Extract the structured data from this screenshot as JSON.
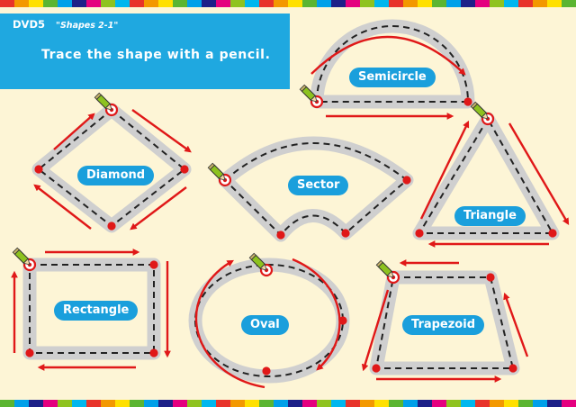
{
  "header": {
    "disc": "DVD5",
    "subtitle": "\"Shapes 2-1\"",
    "instruction": "Trace the shape with a pencil."
  },
  "shapes": {
    "semicircle": "Semicircle",
    "diamond": "Diamond",
    "sector": "Sector",
    "triangle": "Triangle",
    "rectangle": "Rectangle",
    "oval": "Oval",
    "trapezoid": "Trapezoid"
  },
  "colors": {
    "background": "#fdf5d6",
    "banner": "#1fa8e0",
    "track": "#cfcfcf",
    "dash": "#222222",
    "arrow": "#e01818",
    "dot": "#e01818",
    "label": "#1a9fdc",
    "border": [
      "#e8332a",
      "#f39800",
      "#ffe000",
      "#5bb531",
      "#00a0e9",
      "#1d2088",
      "#e4007f",
      "#8fc31f",
      "#00b7ee"
    ]
  },
  "icons": [
    "pencil-icon",
    "start-circle-icon",
    "direction-arrow-icon"
  ]
}
